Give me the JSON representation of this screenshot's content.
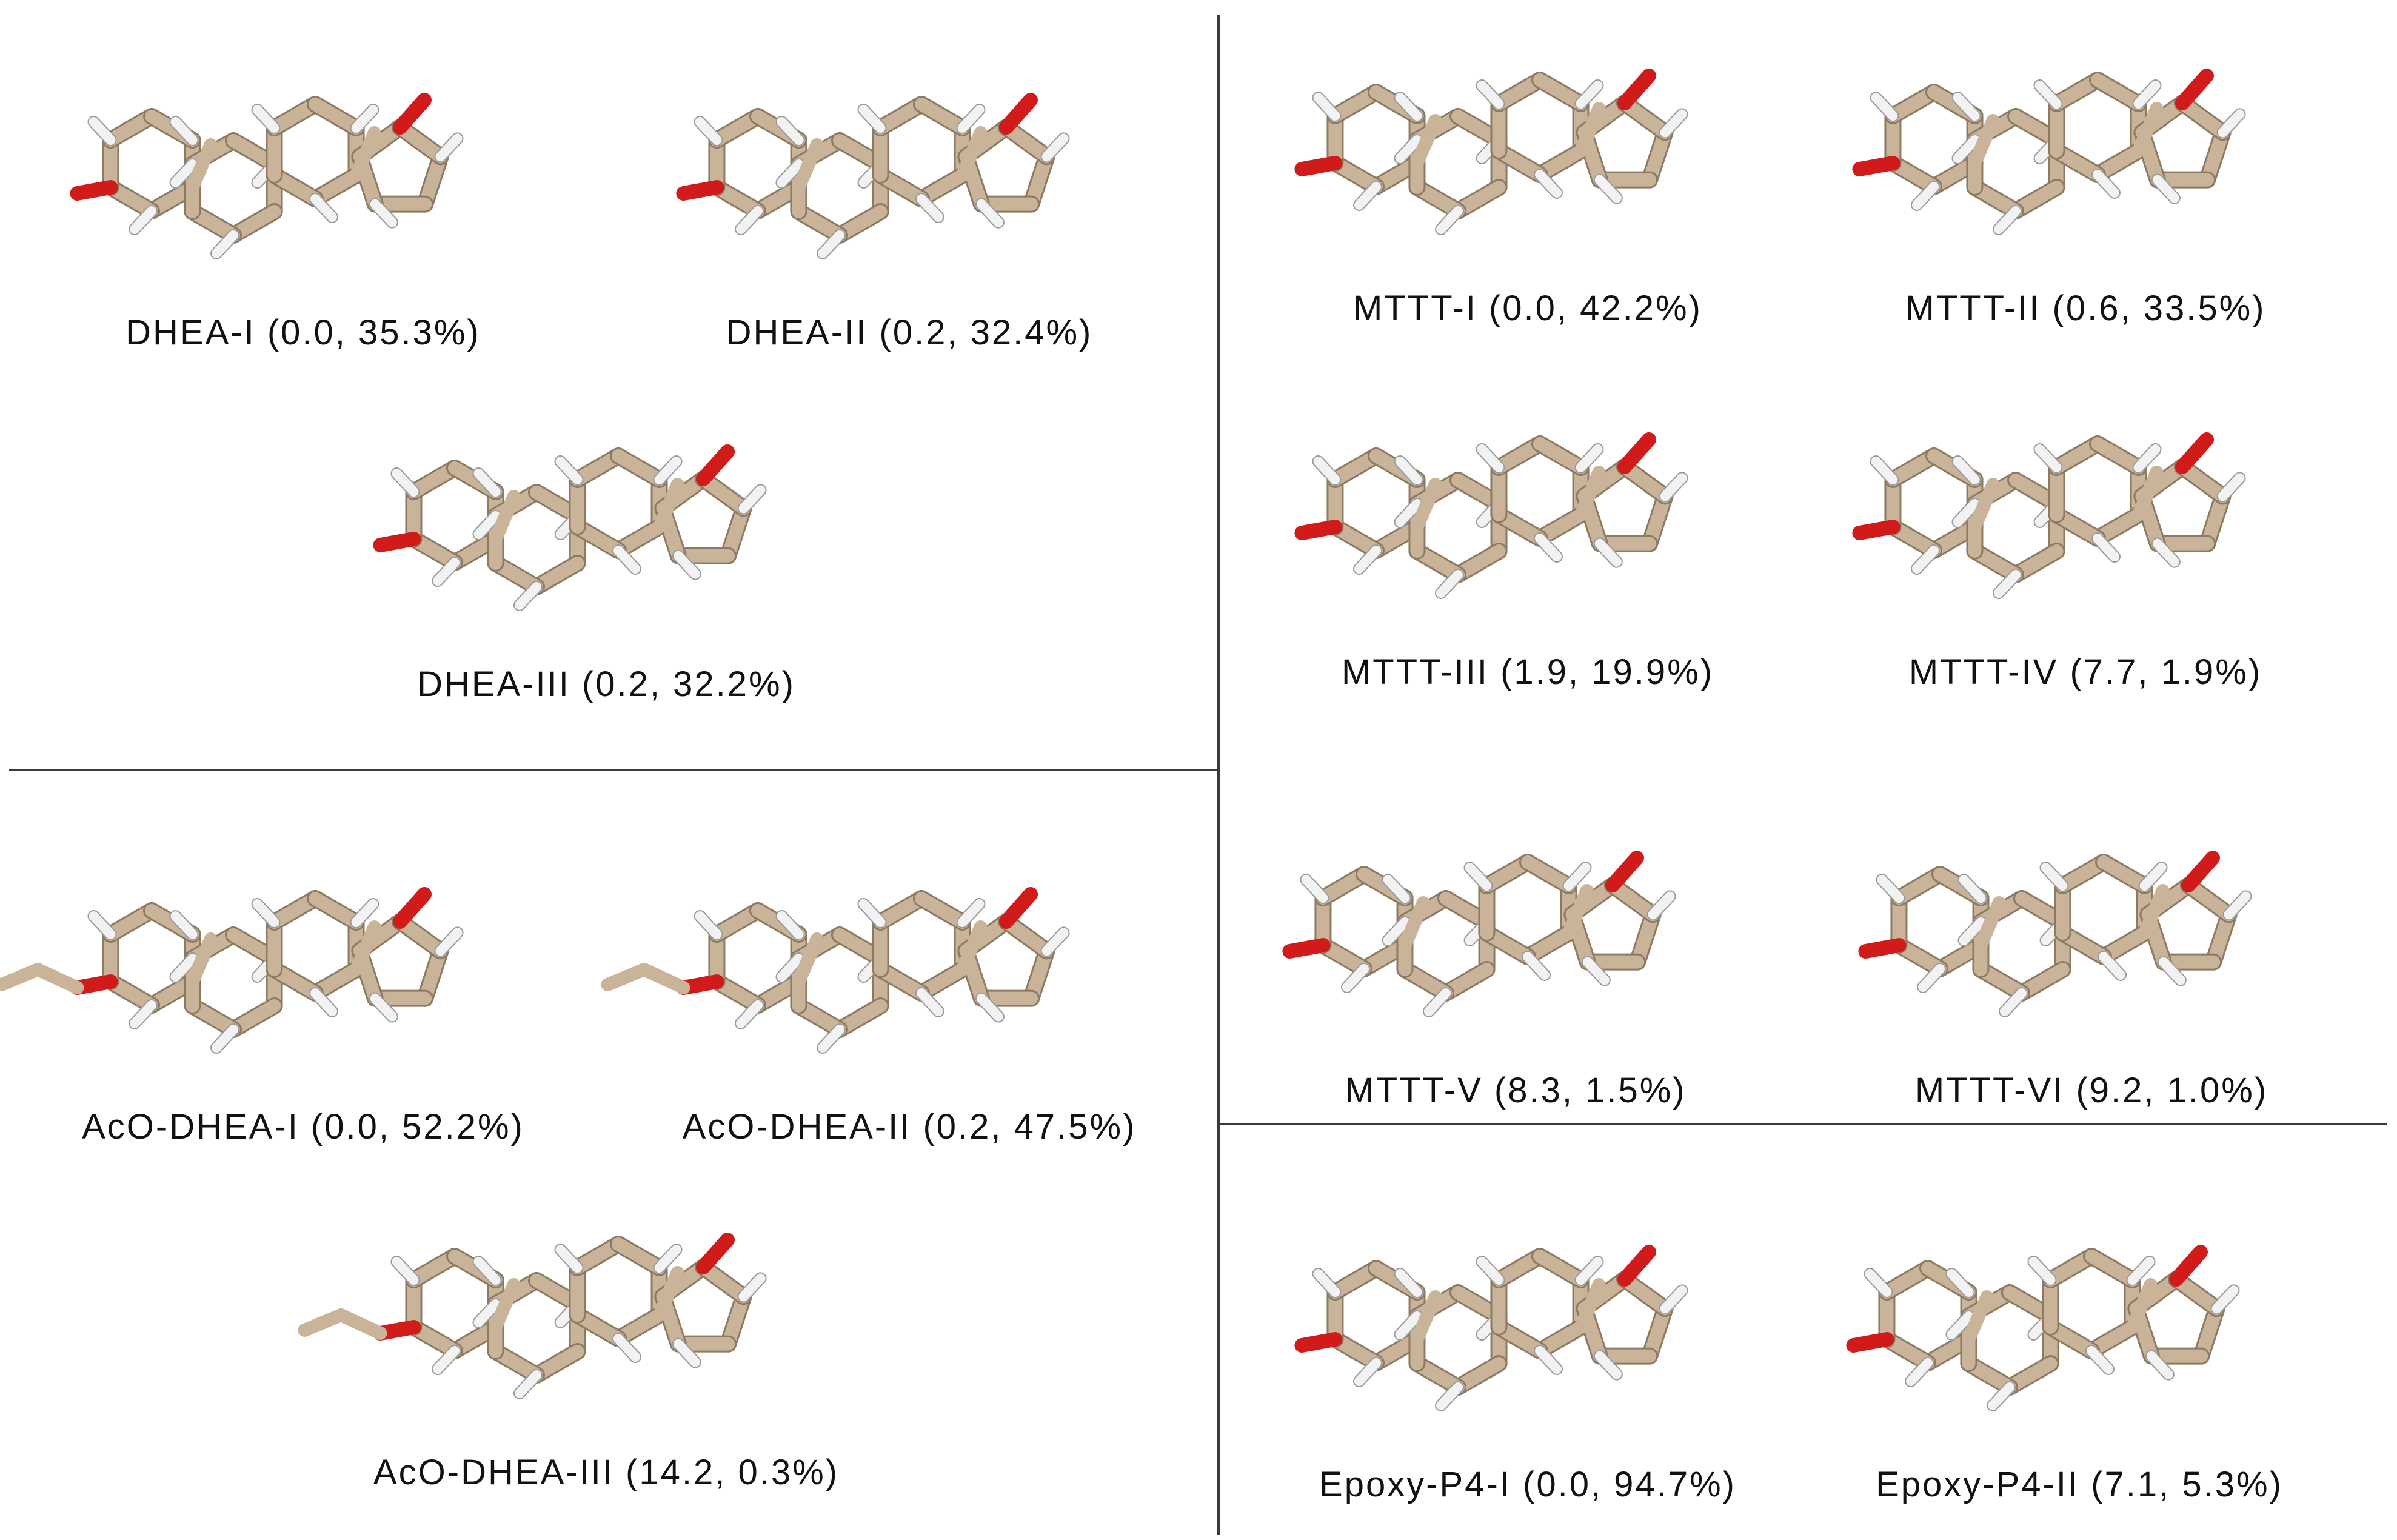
{
  "figure": {
    "panels": [
      {
        "id": "dhea-1",
        "caption": "DHEA-I (0.0, 35.3%)",
        "group": "DHEA"
      },
      {
        "id": "dhea-2",
        "caption": "DHEA-II (0.2, 32.4%)",
        "group": "DHEA"
      },
      {
        "id": "dhea-3",
        "caption": "DHEA-III (0.2, 32.2%)",
        "group": "DHEA"
      },
      {
        "id": "aco-1",
        "caption": "AcO-DHEA-I (0.0, 52.2%)",
        "group": "AcO-DHEA"
      },
      {
        "id": "aco-2",
        "caption": "AcO-DHEA-II (0.2, 47.5%)",
        "group": "AcO-DHEA"
      },
      {
        "id": "aco-3",
        "caption": "AcO-DHEA-III (14.2, 0.3%)",
        "group": "AcO-DHEA"
      },
      {
        "id": "mttt-1",
        "caption": "MTTT-I (0.0,  42.2%)",
        "group": "MTTT"
      },
      {
        "id": "mttt-2",
        "caption": "MTTT-II (0.6, 33.5%)",
        "group": "MTTT"
      },
      {
        "id": "mttt-3",
        "caption": "MTTT-III (1.9, 19.9%)",
        "group": "MTTT"
      },
      {
        "id": "mttt-4",
        "caption": "MTTT-IV (7.7, 1.9%)",
        "group": "MTTT"
      },
      {
        "id": "mttt-5",
        "caption": "MTTT-V (8.3, 1.5%)",
        "group": "MTTT"
      },
      {
        "id": "mttt-6",
        "caption": "MTTT-VI (9.2, 1.0%)",
        "group": "MTTT"
      },
      {
        "id": "epoxy-1",
        "caption": "Epoxy-P4-I (0.0, 94.7%)",
        "group": "Epoxy-P4"
      },
      {
        "id": "epoxy-2",
        "caption": "Epoxy-P4-II (7.1, 5.3%)",
        "group": "Epoxy-P4"
      }
    ],
    "colors": {
      "carbon": "#c9b49a",
      "oxygen": "#d11a1a",
      "hydrogen": "#f2f2f2",
      "divider": "#3a3a3a"
    }
  }
}
